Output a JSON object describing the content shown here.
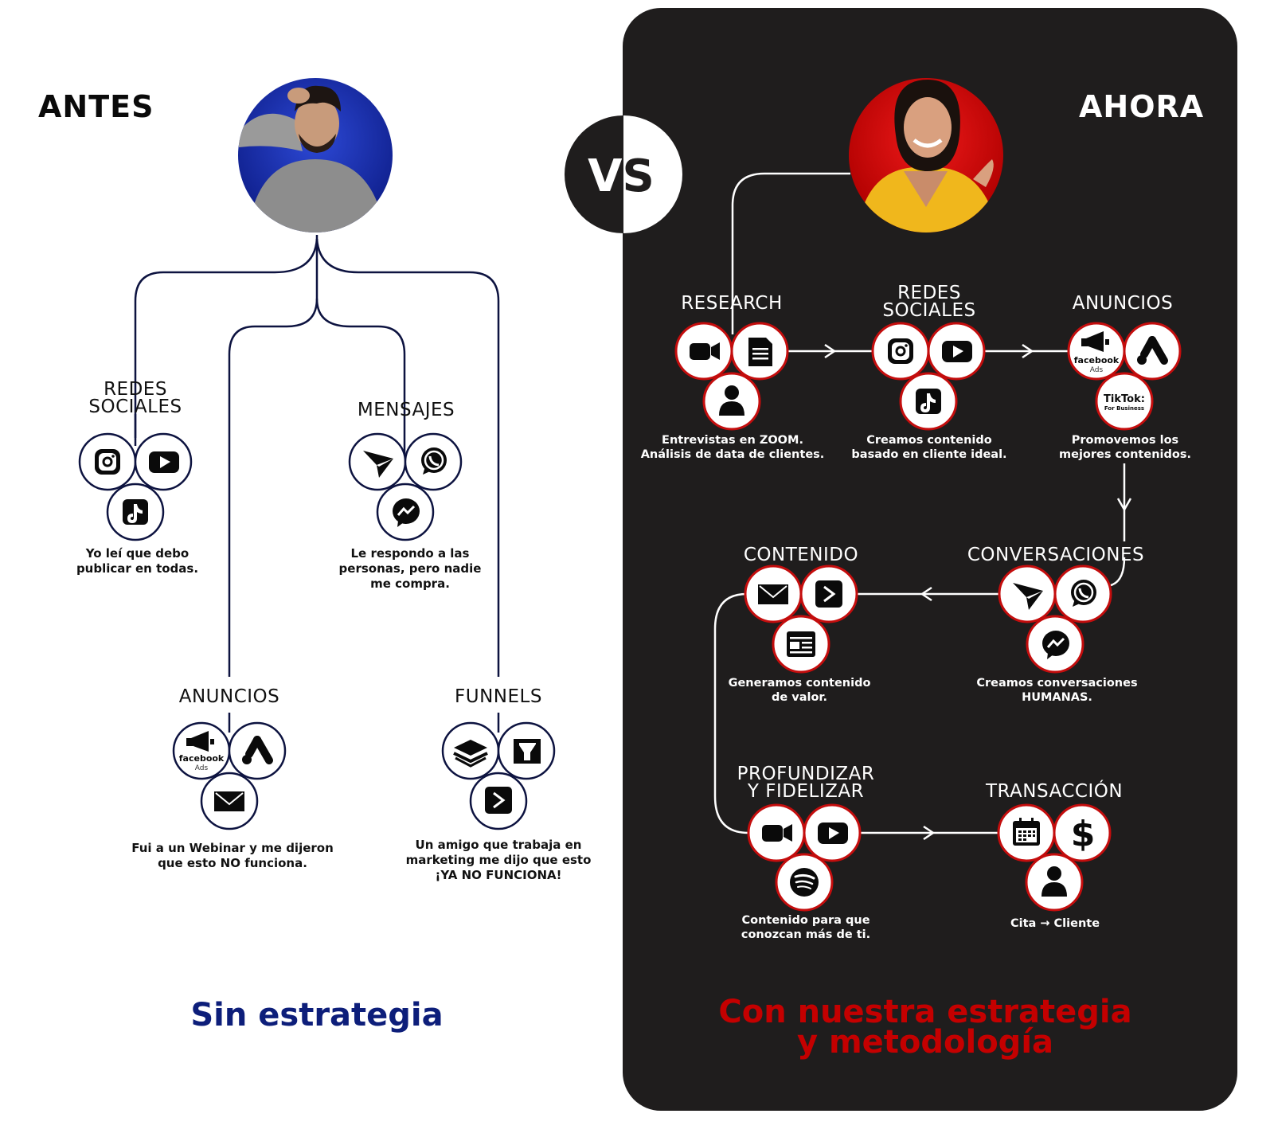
{
  "colors": {
    "navy": "#0d1340",
    "red": "#cc0000",
    "dark_panel": "#1f1d1d",
    "blue_circle": "#1f36b8",
    "red_circle": "#d41010"
  },
  "left": {
    "heading": "ANTES",
    "footer": "Sin estrategia",
    "nodes": [
      {
        "title": "REDES SOCIALES",
        "desc": "Yo leí que debo publicar en todas.",
        "icons": [
          "instagram-icon",
          "youtube-icon",
          "tiktok-icon"
        ]
      },
      {
        "title": "MENSAJES",
        "desc": "Le respondo a las personas, pero nadie me compra.",
        "icons": [
          "send-icon",
          "whatsapp-icon",
          "messenger-icon"
        ]
      },
      {
        "title": "ANUNCIOS",
        "desc": "Fui a un Webinar y me dijeron que esto NO funciona.",
        "icons": [
          "facebook-ads-icon",
          "google-ads-icon",
          "email-icon"
        ]
      },
      {
        "title": "FUNNELS",
        "desc": "Un amigo que trabaja en marketing me dijo que esto ¡YA NO FUNCIONA!",
        "icons": [
          "layers-icon",
          "clickfunnels-icon",
          "activecampaign-icon"
        ]
      }
    ],
    "fb_label": "facebook",
    "fb_sub": "Ads"
  },
  "vs": "VS",
  "right": {
    "heading": "AHORA",
    "footer_line1": "Con nuestra estrategia",
    "footer_line2": "y metodología",
    "nodes": [
      {
        "title": "RESEARCH",
        "desc1": "Entrevistas en ZOOM.",
        "desc2": "Análisis de data de clientes.",
        "icons": [
          "zoom-icon",
          "document-icon",
          "user-icon"
        ]
      },
      {
        "title1": "REDES",
        "title2": "SOCIALES",
        "desc1": "Creamos contenido",
        "desc2": "basado en cliente ideal.",
        "icons": [
          "instagram-icon",
          "youtube-icon",
          "tiktok-icon"
        ]
      },
      {
        "title": "ANUNCIOS",
        "desc1": "Promovemos los",
        "desc2": "mejores contenidos.",
        "icons": [
          "facebook-ads-icon",
          "google-ads-icon",
          "tiktok-business-icon"
        ]
      },
      {
        "title": "CONVERSACIONES",
        "desc1": "Creamos conversaciones",
        "desc2": "HUMANAS.",
        "icons": [
          "send-icon",
          "whatsapp-icon",
          "messenger-icon"
        ]
      },
      {
        "title": "CONTENIDO",
        "desc1": "Generamos contenido",
        "desc2": "de valor.",
        "icons": [
          "email-icon",
          "activecampaign-icon",
          "newsletter-icon"
        ]
      },
      {
        "title1": "PROFUNDIZAR",
        "title2": "Y FIDELIZAR",
        "desc1": "Contenido para que",
        "desc2": "conozcan más de ti.",
        "icons": [
          "zoom-icon",
          "youtube-icon",
          "spotify-icon"
        ]
      },
      {
        "title": "TRANSACCIÓN",
        "desc1": "Cita → Cliente",
        "icons": [
          "calendar-icon",
          "dollar-icon",
          "user-icon"
        ]
      }
    ],
    "fb_label": "facebook",
    "fb_sub": "Ads",
    "tiktok_label": "TikTok:",
    "tiktok_sub": "For Business"
  }
}
